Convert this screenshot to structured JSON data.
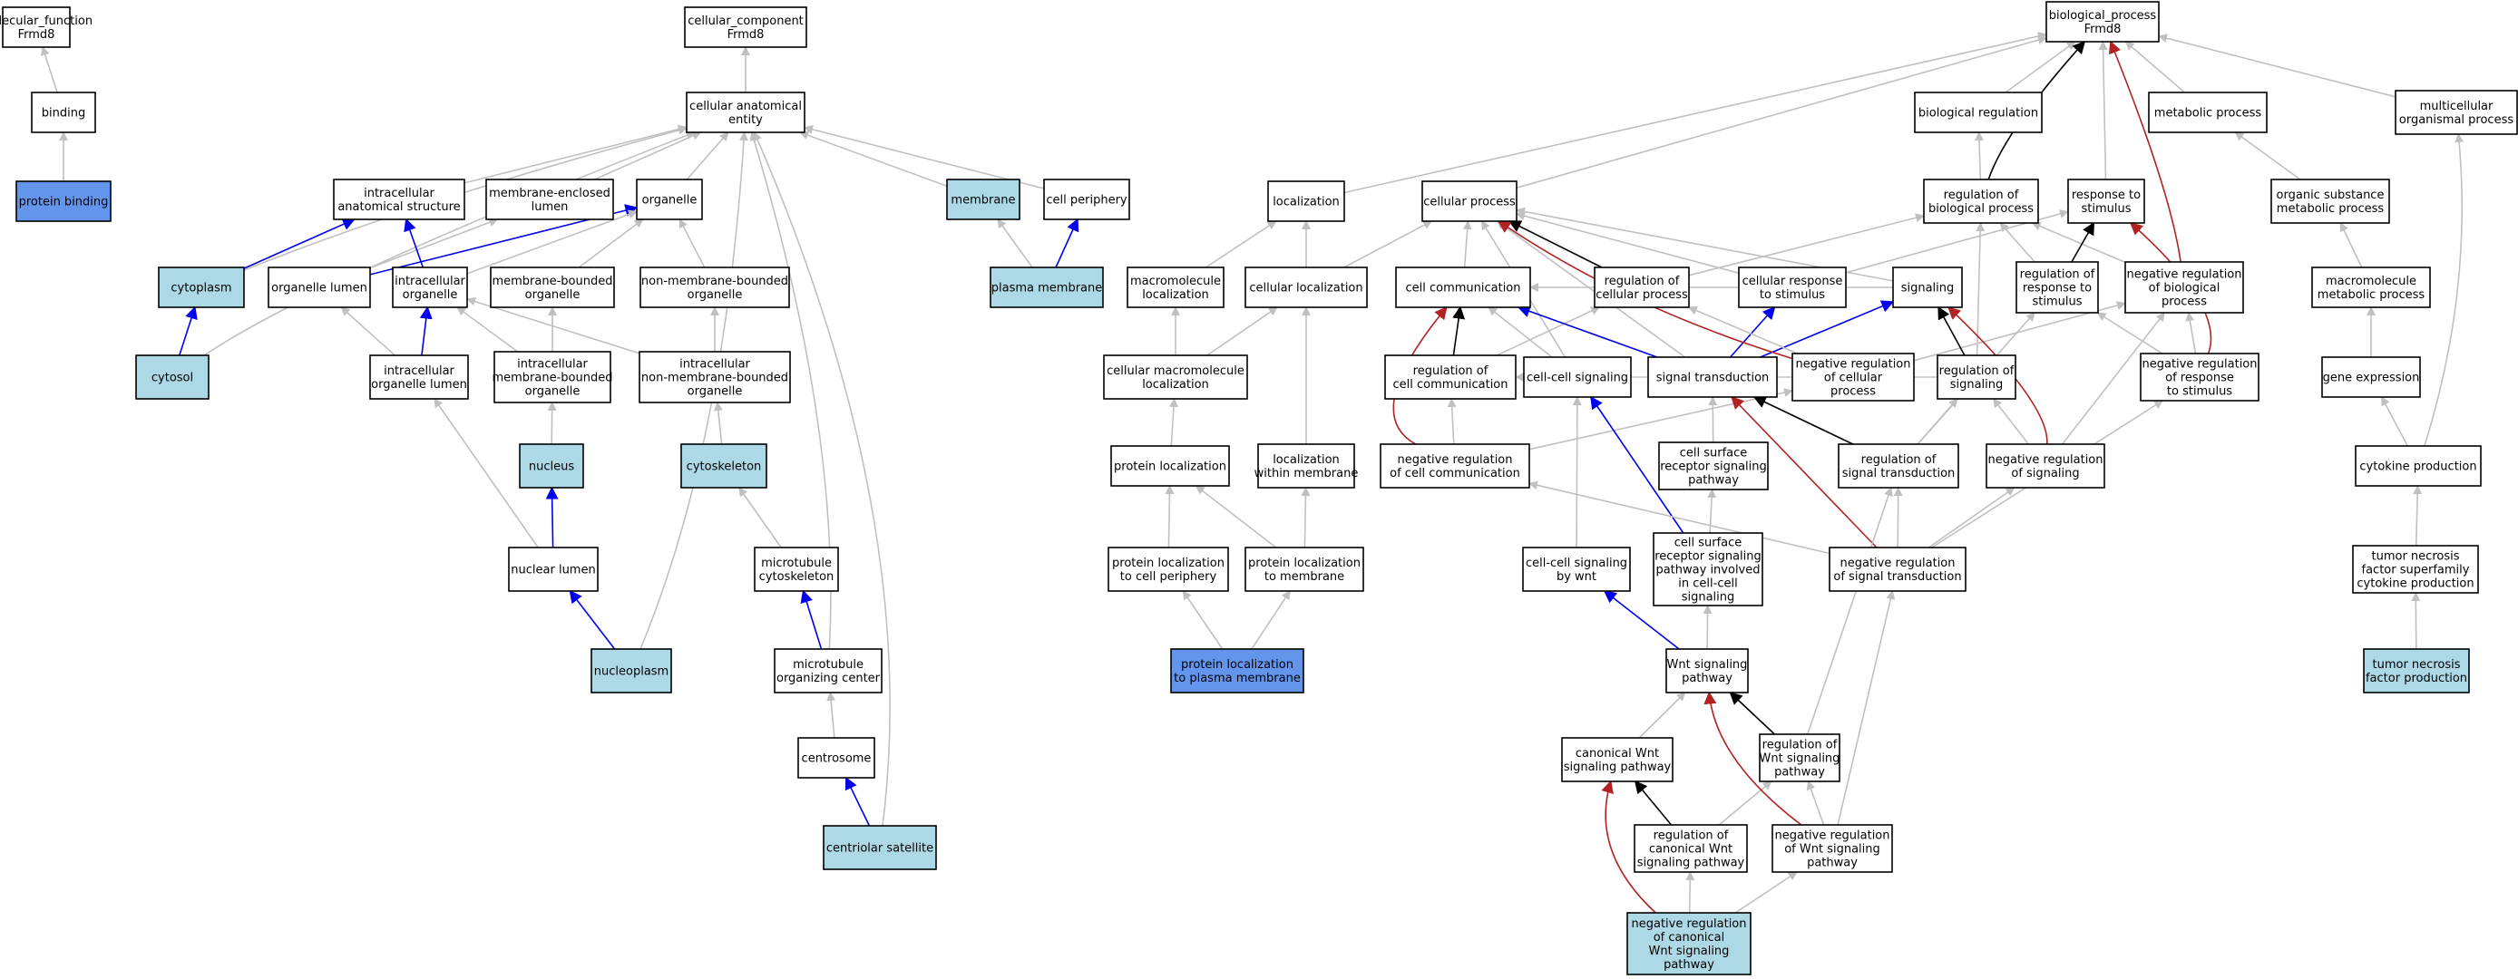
{
  "colors": {
    "white": "#ffffff",
    "light_blue": "#add8e6",
    "blue": "#6495ed",
    "gray_edge": "#c0c0c0",
    "black_edge": "#000000",
    "blue_edge": "#0000ee",
    "red_edge": "#b22222"
  },
  "nodes": [
    {
      "id": "mf",
      "lines": [
        "molecular_function",
        "Frmd8"
      ],
      "fill": "white"
    },
    {
      "id": "binding",
      "lines": [
        "binding"
      ],
      "fill": "white"
    },
    {
      "id": "protein_binding",
      "lines": [
        "protein binding"
      ],
      "fill": "blue"
    },
    {
      "id": "cc",
      "lines": [
        "cellular_component",
        "Frmd8"
      ],
      "fill": "white"
    },
    {
      "id": "cae",
      "lines": [
        "cellular anatomical",
        "entity"
      ],
      "fill": "white"
    },
    {
      "id": "ias",
      "lines": [
        "intracellular",
        "anatomical structure"
      ],
      "fill": "white"
    },
    {
      "id": "mel",
      "lines": [
        "membrane-enclosed",
        "lumen"
      ],
      "fill": "white"
    },
    {
      "id": "organelle",
      "lines": [
        "organelle"
      ],
      "fill": "white"
    },
    {
      "id": "membrane",
      "lines": [
        "membrane"
      ],
      "fill": "light_blue"
    },
    {
      "id": "cell_periphery",
      "lines": [
        "cell periphery"
      ],
      "fill": "white"
    },
    {
      "id": "cytoplasm",
      "lines": [
        "cytoplasm"
      ],
      "fill": "light_blue"
    },
    {
      "id": "organelle_lumen",
      "lines": [
        "organelle lumen"
      ],
      "fill": "white"
    },
    {
      "id": "io",
      "lines": [
        "intracellular",
        "organelle"
      ],
      "fill": "white"
    },
    {
      "id": "mbo",
      "lines": [
        "membrane-bounded",
        "organelle"
      ],
      "fill": "white"
    },
    {
      "id": "nmbo",
      "lines": [
        "non-membrane-bounded",
        "organelle"
      ],
      "fill": "white"
    },
    {
      "id": "plasma_membrane",
      "lines": [
        "plasma membrane"
      ],
      "fill": "light_blue"
    },
    {
      "id": "cytosol",
      "lines": [
        "cytosol"
      ],
      "fill": "light_blue"
    },
    {
      "id": "iol",
      "lines": [
        "intracellular",
        "organelle lumen"
      ],
      "fill": "white"
    },
    {
      "id": "imbo",
      "lines": [
        "intracellular",
        "membrane-bounded",
        "organelle"
      ],
      "fill": "white"
    },
    {
      "id": "inmbo",
      "lines": [
        "intracellular",
        "non-membrane-bounded",
        "organelle"
      ],
      "fill": "white"
    },
    {
      "id": "nucleus",
      "lines": [
        "nucleus"
      ],
      "fill": "light_blue"
    },
    {
      "id": "cytoskeleton",
      "lines": [
        "cytoskeleton"
      ],
      "fill": "light_blue"
    },
    {
      "id": "nuclear_lumen",
      "lines": [
        "nuclear lumen"
      ],
      "fill": "white"
    },
    {
      "id": "mt_cytoskeleton",
      "lines": [
        "microtubule",
        "cytoskeleton"
      ],
      "fill": "white"
    },
    {
      "id": "nucleoplasm",
      "lines": [
        "nucleoplasm"
      ],
      "fill": "light_blue"
    },
    {
      "id": "mtoc",
      "lines": [
        "microtubule",
        "organizing center"
      ],
      "fill": "white"
    },
    {
      "id": "centrosome",
      "lines": [
        "centrosome"
      ],
      "fill": "white"
    },
    {
      "id": "centriolar_satellite",
      "lines": [
        "centriolar satellite"
      ],
      "fill": "light_blue"
    },
    {
      "id": "bp",
      "lines": [
        "biological_process",
        "Frmd8"
      ],
      "fill": "white"
    },
    {
      "id": "bio_reg",
      "lines": [
        "biological regulation"
      ],
      "fill": "white"
    },
    {
      "id": "metabolic",
      "lines": [
        "metabolic process"
      ],
      "fill": "white"
    },
    {
      "id": "multicellular",
      "lines": [
        "multicellular",
        "organismal process"
      ],
      "fill": "white"
    },
    {
      "id": "localization",
      "lines": [
        "localization"
      ],
      "fill": "white"
    },
    {
      "id": "cellular_process",
      "lines": [
        "cellular process"
      ],
      "fill": "white"
    },
    {
      "id": "reg_bp",
      "lines": [
        "regulation of",
        "biological process"
      ],
      "fill": "white"
    },
    {
      "id": "response",
      "lines": [
        "response to",
        "stimulus"
      ],
      "fill": "white"
    },
    {
      "id": "osmp",
      "lines": [
        "organic substance",
        "metabolic process"
      ],
      "fill": "white"
    },
    {
      "id": "macromol_loc",
      "lines": [
        "macromolecule",
        "localization"
      ],
      "fill": "white"
    },
    {
      "id": "cell_loc",
      "lines": [
        "cellular localization"
      ],
      "fill": "white"
    },
    {
      "id": "cell_comm",
      "lines": [
        "cell communication"
      ],
      "fill": "white"
    },
    {
      "id": "reg_cp",
      "lines": [
        "regulation of",
        "cellular process"
      ],
      "fill": "white"
    },
    {
      "id": "crs",
      "lines": [
        "cellular response",
        "to stimulus"
      ],
      "fill": "white"
    },
    {
      "id": "signaling",
      "lines": [
        "signaling"
      ],
      "fill": "white"
    },
    {
      "id": "reg_rs",
      "lines": [
        "regulation of",
        "response to",
        "stimulus"
      ],
      "fill": "white"
    },
    {
      "id": "neg_reg_bp",
      "lines": [
        "negative regulation",
        "of biological",
        "process"
      ],
      "fill": "white"
    },
    {
      "id": "mmp",
      "lines": [
        "macromolecule",
        "metabolic process"
      ],
      "fill": "white"
    },
    {
      "id": "cml",
      "lines": [
        "cellular macromolecule",
        "localization"
      ],
      "fill": "white"
    },
    {
      "id": "reg_cc",
      "lines": [
        "regulation of",
        "cell communication"
      ],
      "fill": "white"
    },
    {
      "id": "ccs",
      "lines": [
        "cell-cell signaling"
      ],
      "fill": "white"
    },
    {
      "id": "st",
      "lines": [
        "signal transduction"
      ],
      "fill": "white"
    },
    {
      "id": "neg_reg_cp",
      "lines": [
        "negative regulation",
        "of cellular",
        "process"
      ],
      "fill": "white"
    },
    {
      "id": "reg_sig",
      "lines": [
        "regulation of",
        "signaling"
      ],
      "fill": "white"
    },
    {
      "id": "neg_reg_rs",
      "lines": [
        "negative regulation",
        "of response",
        "to stimulus"
      ],
      "fill": "white"
    },
    {
      "id": "gene_expr",
      "lines": [
        "gene expression"
      ],
      "fill": "white"
    },
    {
      "id": "prot_loc",
      "lines": [
        "protein localization"
      ],
      "fill": "white"
    },
    {
      "id": "loc_in_mem",
      "lines": [
        "localization",
        "within membrane"
      ],
      "fill": "white"
    },
    {
      "id": "neg_reg_cc",
      "lines": [
        "negative regulation",
        "of cell communication"
      ],
      "fill": "white"
    },
    {
      "id": "csrsp",
      "lines": [
        "cell surface",
        "receptor signaling",
        "pathway"
      ],
      "fill": "white"
    },
    {
      "id": "reg_st",
      "lines": [
        "regulation of",
        "signal transduction"
      ],
      "fill": "white"
    },
    {
      "id": "neg_reg_sig",
      "lines": [
        "negative regulation",
        "of signaling"
      ],
      "fill": "white"
    },
    {
      "id": "cytokine_prod",
      "lines": [
        "cytokine production"
      ],
      "fill": "white"
    },
    {
      "id": "plcp",
      "lines": [
        "protein localization",
        "to cell periphery"
      ],
      "fill": "white"
    },
    {
      "id": "pltm",
      "lines": [
        "protein localization",
        "to membrane"
      ],
      "fill": "white"
    },
    {
      "id": "ccs_wnt",
      "lines": [
        "cell-cell signaling",
        "by wnt"
      ],
      "fill": "white"
    },
    {
      "id": "csrsp_cc",
      "lines": [
        "cell surface",
        "receptor signaling",
        "pathway involved",
        "in cell-cell",
        "signaling"
      ],
      "fill": "white"
    },
    {
      "id": "neg_reg_st",
      "lines": [
        "negative regulation",
        "of signal transduction"
      ],
      "fill": "white"
    },
    {
      "id": "tnfsf",
      "lines": [
        "tumor necrosis",
        "factor superfamily",
        "cytokine production"
      ],
      "fill": "white"
    },
    {
      "id": "plpm",
      "lines": [
        "protein localization",
        "to plasma membrane"
      ],
      "fill": "blue"
    },
    {
      "id": "wnt",
      "lines": [
        "Wnt signaling",
        "pathway"
      ],
      "fill": "white"
    },
    {
      "id": "tnf",
      "lines": [
        "tumor necrosis",
        "factor production"
      ],
      "fill": "light_blue"
    },
    {
      "id": "cwnt",
      "lines": [
        "canonical Wnt",
        "signaling pathway"
      ],
      "fill": "white"
    },
    {
      "id": "reg_wnt",
      "lines": [
        "regulation of",
        "Wnt signaling",
        "pathway"
      ],
      "fill": "white"
    },
    {
      "id": "reg_cwnt",
      "lines": [
        "regulation of",
        "canonical Wnt",
        "signaling pathway"
      ],
      "fill": "white"
    },
    {
      "id": "neg_reg_wnt",
      "lines": [
        "negative regulation",
        "of Wnt signaling",
        "pathway"
      ],
      "fill": "white"
    },
    {
      "id": "neg_reg_cwnt",
      "lines": [
        "negative regulation",
        "of canonical",
        "Wnt signaling",
        "pathway"
      ],
      "fill": "light_blue"
    }
  ],
  "edges": [
    [
      "binding",
      "mf",
      "gray"
    ],
    [
      "protein_binding",
      "binding",
      "gray"
    ],
    [
      "cae",
      "cc",
      "gray"
    ],
    [
      "ias",
      "cae",
      "gray"
    ],
    [
      "mel",
      "cae",
      "gray"
    ],
    [
      "organelle",
      "cae",
      "gray"
    ],
    [
      "membrane",
      "cae",
      "gray"
    ],
    [
      "cell_periphery",
      "cae",
      "gray"
    ],
    [
      "cytoplasm",
      "cae",
      "gray"
    ],
    [
      "cytoplasm",
      "ias",
      "blue"
    ],
    [
      "cytosol",
      "cae",
      "gray"
    ],
    [
      "cytosol",
      "cytoplasm",
      "blue"
    ],
    [
      "organelle_lumen",
      "mel",
      "gray"
    ],
    [
      "organelle_lumen",
      "organelle",
      "blue"
    ],
    [
      "io",
      "ias",
      "blue"
    ],
    [
      "io",
      "organelle",
      "gray"
    ],
    [
      "mbo",
      "organelle",
      "gray"
    ],
    [
      "nmbo",
      "organelle",
      "gray"
    ],
    [
      "plasma_membrane",
      "membrane",
      "gray"
    ],
    [
      "plasma_membrane",
      "cell_periphery",
      "blue"
    ],
    [
      "iol",
      "organelle_lumen",
      "gray"
    ],
    [
      "iol",
      "io",
      "blue"
    ],
    [
      "imbo",
      "io",
      "gray"
    ],
    [
      "imbo",
      "mbo",
      "gray"
    ],
    [
      "inmbo",
      "io",
      "gray"
    ],
    [
      "inmbo",
      "nmbo",
      "gray"
    ],
    [
      "nucleus",
      "imbo",
      "gray"
    ],
    [
      "cytoskeleton",
      "inmbo",
      "gray"
    ],
    [
      "nuclear_lumen",
      "iol",
      "gray"
    ],
    [
      "nuclear_lumen",
      "nucleus",
      "blue"
    ],
    [
      "mt_cytoskeleton",
      "cytoskeleton",
      "gray"
    ],
    [
      "nucleoplasm",
      "cae",
      "gray"
    ],
    [
      "nucleoplasm",
      "nuclear_lumen",
      "blue"
    ],
    [
      "mtoc",
      "cae",
      "gray"
    ],
    [
      "mtoc",
      "mt_cytoskeleton",
      "blue"
    ],
    [
      "centrosome",
      "mtoc",
      "gray"
    ],
    [
      "centriolar_satellite",
      "cae",
      "gray"
    ],
    [
      "centriolar_satellite",
      "centrosome",
      "blue"
    ],
    [
      "bio_reg",
      "bp",
      "gray"
    ],
    [
      "metabolic",
      "bp",
      "gray"
    ],
    [
      "multicellular",
      "bp",
      "gray"
    ],
    [
      "localization",
      "bp",
      "gray"
    ],
    [
      "cellular_process",
      "bp",
      "gray"
    ],
    [
      "reg_bp",
      "bio_reg",
      "gray"
    ],
    [
      "reg_bp",
      "bp",
      "black"
    ],
    [
      "response",
      "bp",
      "gray"
    ],
    [
      "neg_reg_bp",
      "bp",
      "red"
    ],
    [
      "neg_reg_bp",
      "reg_bp",
      "gray"
    ],
    [
      "osmp",
      "metabolic",
      "gray"
    ],
    [
      "mmp",
      "osmp",
      "gray"
    ],
    [
      "gene_expr",
      "mmp",
      "gray"
    ],
    [
      "cytokine_prod",
      "gene_expr",
      "gray"
    ],
    [
      "cytokine_prod",
      "multicellular",
      "gray"
    ],
    [
      "tnfsf",
      "cytokine_prod",
      "gray"
    ],
    [
      "tnf",
      "tnfsf",
      "gray"
    ],
    [
      "macromol_loc",
      "localization",
      "gray"
    ],
    [
      "cell_loc",
      "localization",
      "gray"
    ],
    [
      "cell_loc",
      "cellular_process",
      "gray"
    ],
    [
      "cml",
      "macromol_loc",
      "gray"
    ],
    [
      "cml",
      "cell_loc",
      "gray"
    ],
    [
      "prot_loc",
      "cml",
      "gray"
    ],
    [
      "loc_in_mem",
      "cell_loc",
      "gray"
    ],
    [
      "plcp",
      "prot_loc",
      "gray"
    ],
    [
      "pltm",
      "prot_loc",
      "gray"
    ],
    [
      "pltm",
      "loc_in_mem",
      "gray"
    ],
    [
      "plpm",
      "plcp",
      "gray"
    ],
    [
      "plpm",
      "pltm",
      "gray"
    ],
    [
      "cell_comm",
      "cellular_process",
      "gray"
    ],
    [
      "reg_cp",
      "cellular_process",
      "black"
    ],
    [
      "reg_cp",
      "reg_bp",
      "gray"
    ],
    [
      "crs",
      "cellular_process",
      "gray"
    ],
    [
      "crs",
      "response",
      "gray"
    ],
    [
      "signaling",
      "cellular_process",
      "gray"
    ],
    [
      "signaling",
      "cell_comm",
      "gray"
    ],
    [
      "reg_rs",
      "reg_bp",
      "gray"
    ],
    [
      "reg_rs",
      "response",
      "black"
    ],
    [
      "neg_reg_rs",
      "response",
      "red"
    ],
    [
      "neg_reg_rs",
      "neg_reg_bp",
      "gray"
    ],
    [
      "neg_reg_rs",
      "reg_rs",
      "gray"
    ],
    [
      "reg_cc",
      "cell_comm",
      "black"
    ],
    [
      "reg_cc",
      "reg_cp",
      "gray"
    ],
    [
      "ccs",
      "cellular_process",
      "gray"
    ],
    [
      "ccs",
      "cell_comm",
      "gray"
    ],
    [
      "st",
      "crs",
      "blue"
    ],
    [
      "st",
      "signaling",
      "blue"
    ],
    [
      "st",
      "cell_comm",
      "blue"
    ],
    [
      "st",
      "cellular_process",
      "gray"
    ],
    [
      "neg_reg_cp",
      "cellular_process",
      "red"
    ],
    [
      "neg_reg_cp",
      "reg_cp",
      "gray"
    ],
    [
      "neg_reg_cp",
      "neg_reg_bp",
      "gray"
    ],
    [
      "reg_sig",
      "signaling",
      "black"
    ],
    [
      "reg_sig",
      "reg_cc",
      "gray"
    ],
    [
      "reg_sig",
      "reg_bp",
      "gray"
    ],
    [
      "neg_reg_cc",
      "cell_comm",
      "red"
    ],
    [
      "neg_reg_cc",
      "reg_cc",
      "gray"
    ],
    [
      "neg_reg_cc",
      "neg_reg_cp",
      "gray"
    ],
    [
      "csrsp",
      "st",
      "gray"
    ],
    [
      "reg_st",
      "st",
      "black"
    ],
    [
      "reg_st",
      "reg_sig",
      "gray"
    ],
    [
      "reg_st",
      "reg_rs",
      "gray"
    ],
    [
      "neg_reg_sig",
      "signaling",
      "red"
    ],
    [
      "neg_reg_sig",
      "reg_sig",
      "gray"
    ],
    [
      "neg_reg_sig",
      "neg_reg_bp",
      "gray"
    ],
    [
      "ccs_wnt",
      "ccs",
      "gray"
    ],
    [
      "csrsp_cc",
      "ccs",
      "blue"
    ],
    [
      "csrsp_cc",
      "csrsp",
      "gray"
    ],
    [
      "neg_reg_st",
      "st",
      "red"
    ],
    [
      "neg_reg_st",
      "reg_st",
      "gray"
    ],
    [
      "neg_reg_st",
      "neg_reg_sig",
      "gray"
    ],
    [
      "neg_reg_st",
      "neg_reg_rs",
      "gray"
    ],
    [
      "neg_reg_st",
      "neg_reg_cc",
      "gray"
    ],
    [
      "wnt",
      "ccs_wnt",
      "blue"
    ],
    [
      "wnt",
      "csrsp_cc",
      "gray"
    ],
    [
      "cwnt",
      "wnt",
      "gray"
    ],
    [
      "reg_wnt",
      "wnt",
      "black"
    ],
    [
      "reg_wnt",
      "reg_st",
      "gray"
    ],
    [
      "reg_cwnt",
      "cwnt",
      "black"
    ],
    [
      "reg_cwnt",
      "reg_wnt",
      "gray"
    ],
    [
      "neg_reg_wnt",
      "wnt",
      "red"
    ],
    [
      "neg_reg_wnt",
      "reg_wnt",
      "gray"
    ],
    [
      "neg_reg_wnt",
      "neg_reg_st",
      "gray"
    ],
    [
      "neg_reg_cwnt",
      "cwnt",
      "red"
    ],
    [
      "neg_reg_cwnt",
      "reg_cwnt",
      "gray"
    ],
    [
      "neg_reg_cwnt",
      "neg_reg_wnt",
      "gray"
    ]
  ]
}
